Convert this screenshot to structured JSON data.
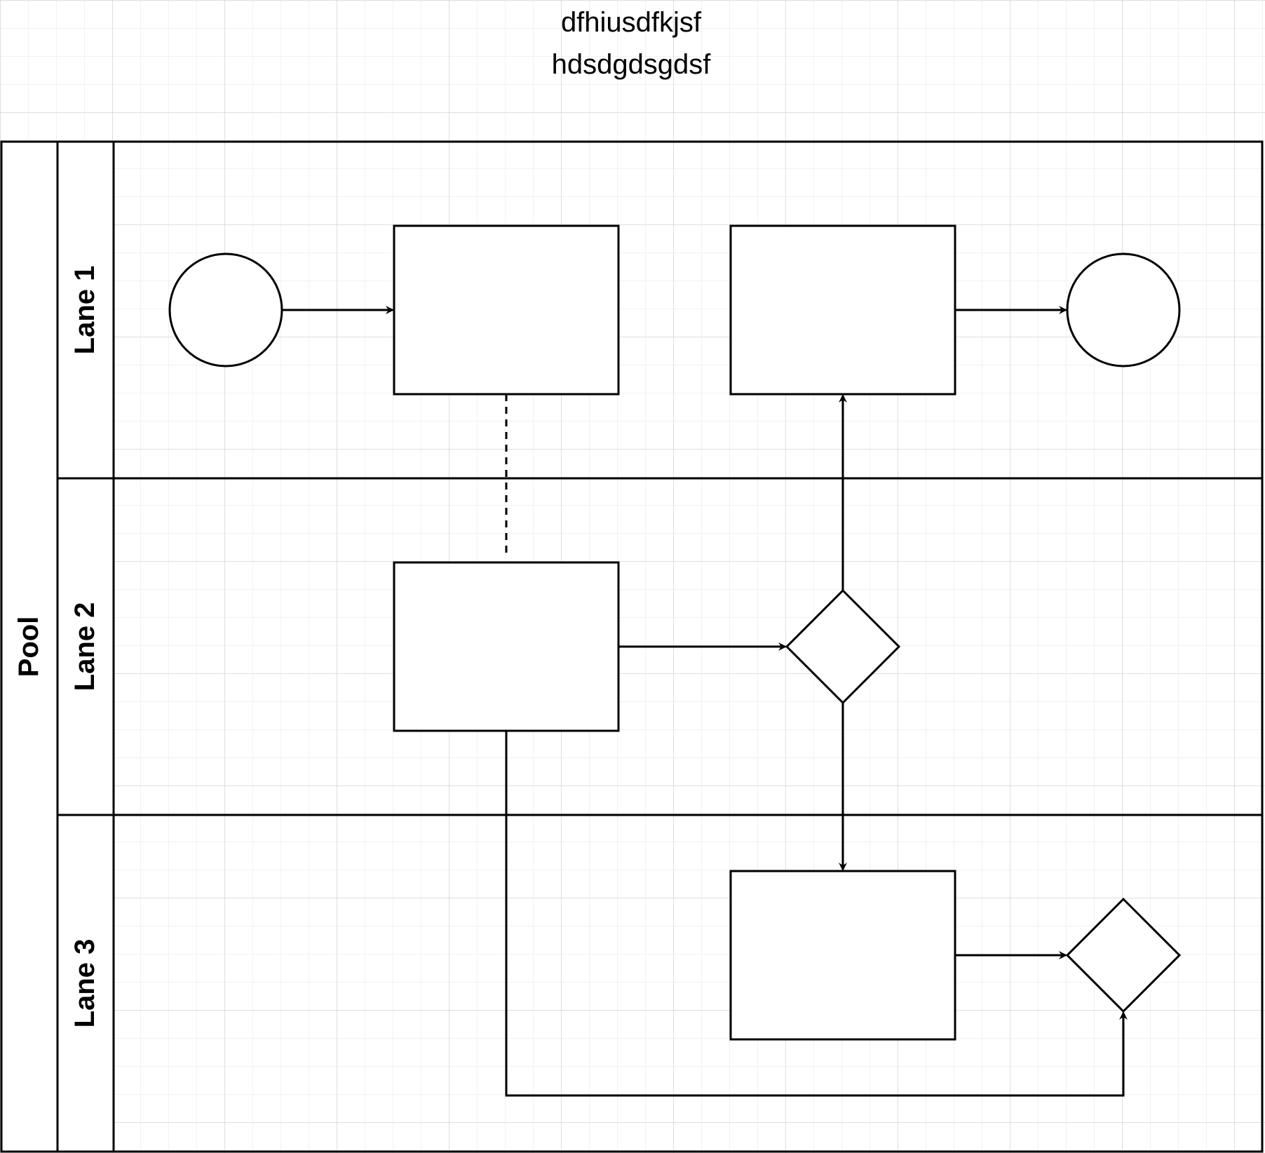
{
  "title_lines": [
    "dfhiusdfkjsf",
    "hdsdgdsgdsf"
  ],
  "pool": {
    "label": "Pool"
  },
  "lanes": [
    {
      "label": "Lane 1"
    },
    {
      "label": "Lane 2"
    },
    {
      "label": "Lane 3"
    }
  ],
  "nodes": [
    {
      "id": "start",
      "type": "circle",
      "lane": 1
    },
    {
      "id": "task-1",
      "type": "rect",
      "lane": 1
    },
    {
      "id": "task-2",
      "type": "rect",
      "lane": 1
    },
    {
      "id": "end",
      "type": "circle",
      "lane": 1
    },
    {
      "id": "task-3",
      "type": "rect",
      "lane": 2
    },
    {
      "id": "gateway-1",
      "type": "diamond",
      "lane": 2
    },
    {
      "id": "task-4",
      "type": "rect",
      "lane": 3
    },
    {
      "id": "gateway-2",
      "type": "diamond",
      "lane": 3
    }
  ],
  "edges": [
    {
      "from": "start",
      "to": "task-1",
      "style": "solid",
      "arrow": true
    },
    {
      "from": "task-2",
      "to": "end",
      "style": "solid",
      "arrow": true
    },
    {
      "from": "task-1",
      "to": "task-3",
      "style": "dashed",
      "arrow": false
    },
    {
      "from": "task-3",
      "to": "gateway-1",
      "style": "solid",
      "arrow": true
    },
    {
      "from": "gateway-1",
      "to": "task-2",
      "style": "solid",
      "arrow": true
    },
    {
      "from": "gateway-1",
      "to": "task-4",
      "style": "solid",
      "arrow": true
    },
    {
      "from": "task-4",
      "to": "gateway-2",
      "style": "solid",
      "arrow": true
    },
    {
      "from": "task-3",
      "to": "gateway-2",
      "style": "solid",
      "arrow": true
    }
  ],
  "colors": {
    "grid": "#e6e6e6",
    "stroke": "#000000",
    "fill": "#ffffff"
  }
}
